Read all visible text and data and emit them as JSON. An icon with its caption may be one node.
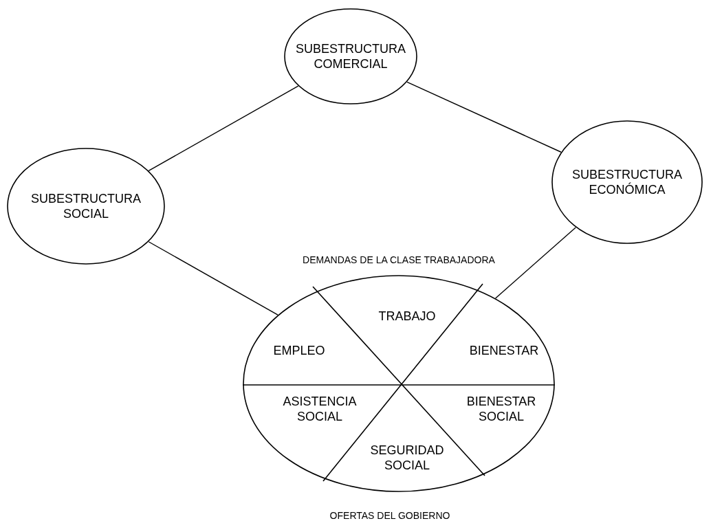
{
  "diagram": {
    "nodes": [
      {
        "text": [
          "SUBESTRUCTURA COMERCIAL"
        ]
      },
      {
        "text": [
          "SUBESTRUCTURA SOCIAL"
        ]
      },
      {
        "text": [
          "SUBESTRUCTURA ECONÓMICA"
        ]
      },
      {
        "text": [
          "DEMANDAS DE LA CLASE TRABAJADORA"
        ],
        "beside": [
          "OFERTAS DEL GOBIERNO"
        ]
      },
      {
        "text": [
          "TRABAJO"
        ],
        "in": 3
      },
      {
        "text": [
          "EMPLEO"
        ],
        "in": 3
      },
      {
        "text": [
          "BIENESTAR"
        ],
        "in": 3
      },
      {
        "text": [
          "ASISTENCIA SOCIAL"
        ],
        "in": 3
      },
      {
        "text": [
          "BIENESTAR SOCIAL"
        ],
        "in": 3
      },
      {
        "text": [
          "SEGURIDAD SOCIAL"
        ],
        "in": 3
      }
    ],
    "edges": [
      {
        "from": 1,
        "to": 0,
        "arrow": "none"
      },
      {
        "from": 0,
        "to": 2,
        "arrow": "none"
      },
      {
        "from": 1,
        "to": 3,
        "arrow": "none"
      },
      {
        "from": 2,
        "to": 3,
        "arrow": "none"
      }
    ]
  }
}
